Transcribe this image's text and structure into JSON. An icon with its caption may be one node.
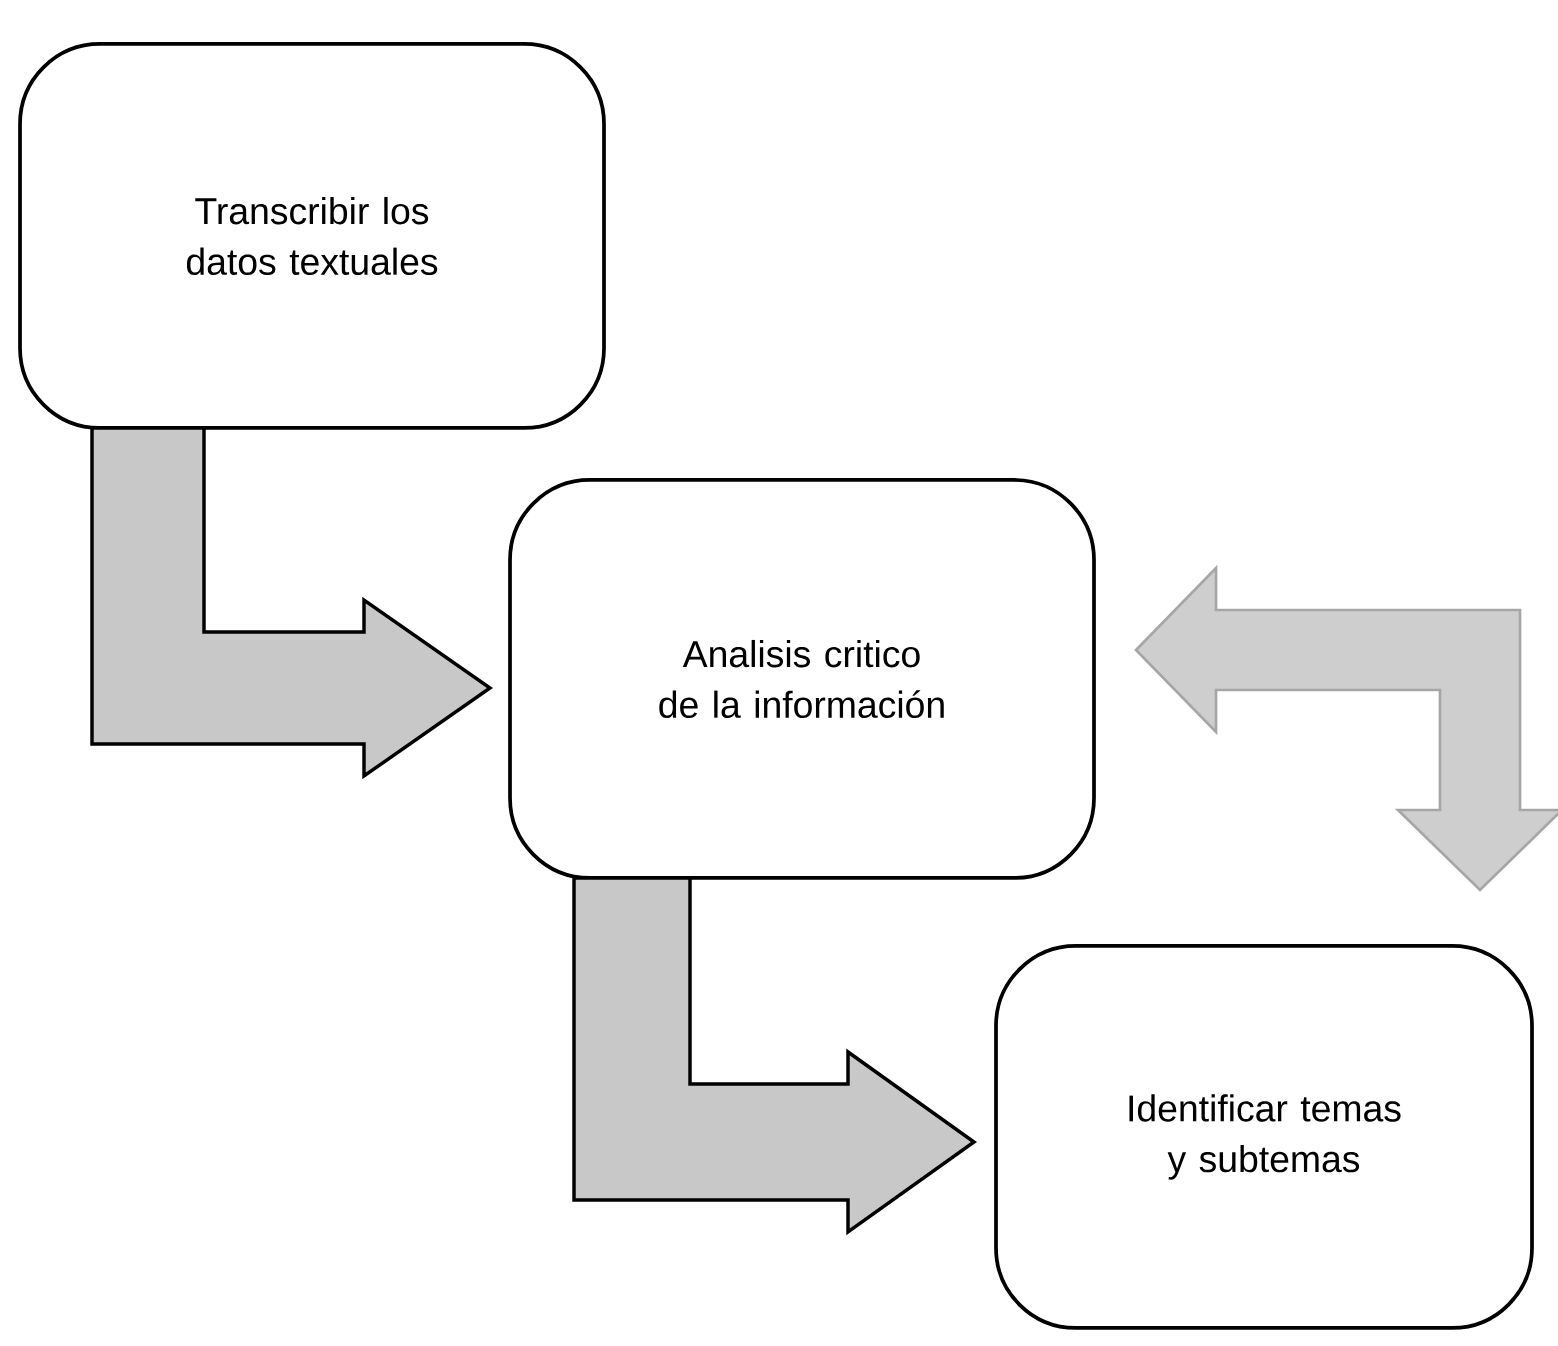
{
  "diagram": {
    "nodes": [
      {
        "text": [
          "Transcribir los datos textuales"
        ]
      },
      {
        "text": [
          "Analisis critico de la información"
        ]
      },
      {
        "text": [
          "Identificar temas y subtemas"
        ]
      }
    ],
    "edges": [
      {
        "from": 0,
        "to": 1,
        "arrow": "to"
      },
      {
        "from": 1,
        "to": 2,
        "arrow": "to"
      },
      {
        "from": 1,
        "to": 2,
        "arrow": "both",
        "color": "#a6a6a6"
      }
    ]
  }
}
